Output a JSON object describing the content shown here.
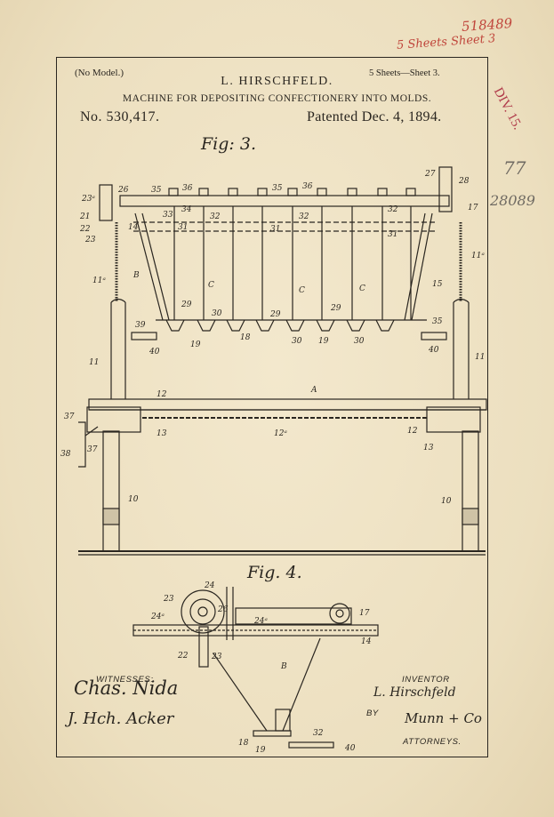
{
  "header": {
    "no_model": "(No Model.)",
    "sheets": "5 Sheets—Sheet 3.",
    "inventor": "L. HIRSCHFELD.",
    "title": "MACHINE FOR DEPOSITING CONFECTIONERY INTO MOLDS.",
    "patent_no": "No. 530,417.",
    "patented": "Patented Dec. 4, 1894."
  },
  "annotations": {
    "stamp_number": "518489",
    "sheet_note": "5 Sheets Sheet 3",
    "division": "DIV. 15.",
    "pencil_top": "77",
    "pencil_bottom": "28089"
  },
  "figures": {
    "fig3": "Fig: 3.",
    "fig4": "Fig. 4."
  },
  "signatures": {
    "witnesses_label": "WITNESSES:",
    "witness_1": "Chas. Nida",
    "witness_2": "J. Hch. Acker",
    "inventor_label": "INVENTOR",
    "inventor_sig": "L. Hirschfeld",
    "by_label": "BY",
    "attorneys_sig": "Munn + Co",
    "attorneys_label": "ATTORNEYS."
  },
  "fig3_labels": {
    "l23a": "23ᵃ",
    "l21": "21",
    "l22": "22",
    "l23": "23",
    "l26": "26",
    "l27": "27",
    "l35": "35",
    "l36": "36",
    "l33": "33",
    "l34": "34",
    "l14": "14",
    "l17": "17",
    "l11a": "11ᵃ",
    "lB": "B",
    "lC": "C",
    "l29": "29",
    "l30": "30",
    "l32": "32",
    "l31": "31",
    "l19": "19",
    "l18": "18",
    "l39": "39",
    "l40": "40",
    "l11": "11",
    "l28": "28",
    "l15": "15",
    "lA": "A",
    "l12": "12",
    "l12a": "12ᵃ",
    "l13": "13",
    "l37": "37",
    "l38": "38",
    "l10": "10"
  },
  "fig4_labels": {
    "l24": "24",
    "l26": "26",
    "l23": "23",
    "l24a": "24ᵃ",
    "l22": "22",
    "l17": "17",
    "l14": "14",
    "lB": "B",
    "l32": "32",
    "l18": "18",
    "l19": "19",
    "l40": "40"
  }
}
